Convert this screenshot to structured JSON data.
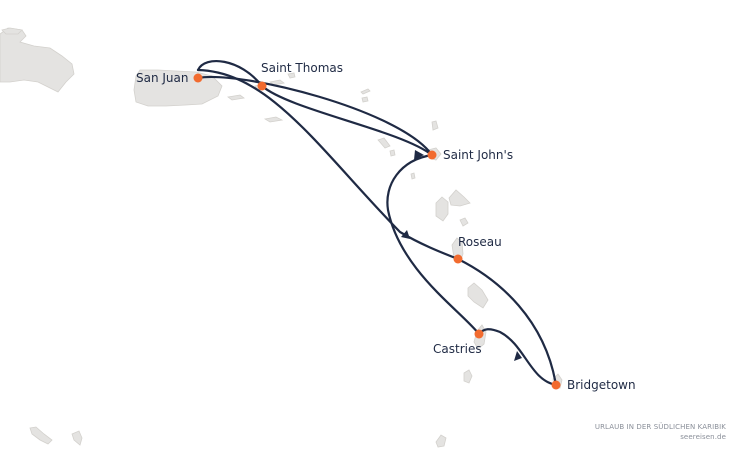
{
  "map": {
    "colors": {
      "land": "#e4e3e1",
      "route": "#1f2a44",
      "port": "#f26b2f"
    },
    "ports": [
      {
        "id": "san-juan",
        "name": "San Juan"
      },
      {
        "id": "saint-thomas",
        "name": "Saint Thomas"
      },
      {
        "id": "saint-johns",
        "name": "Saint John's"
      },
      {
        "id": "roseau",
        "name": "Roseau"
      },
      {
        "id": "castries",
        "name": "Castries"
      },
      {
        "id": "bridgetown",
        "name": "Bridgetown"
      }
    ]
  },
  "credit": {
    "line1": "URLAUB IN DER SÜDLICHEN KARIBIK",
    "line2": "seereisen.de"
  }
}
